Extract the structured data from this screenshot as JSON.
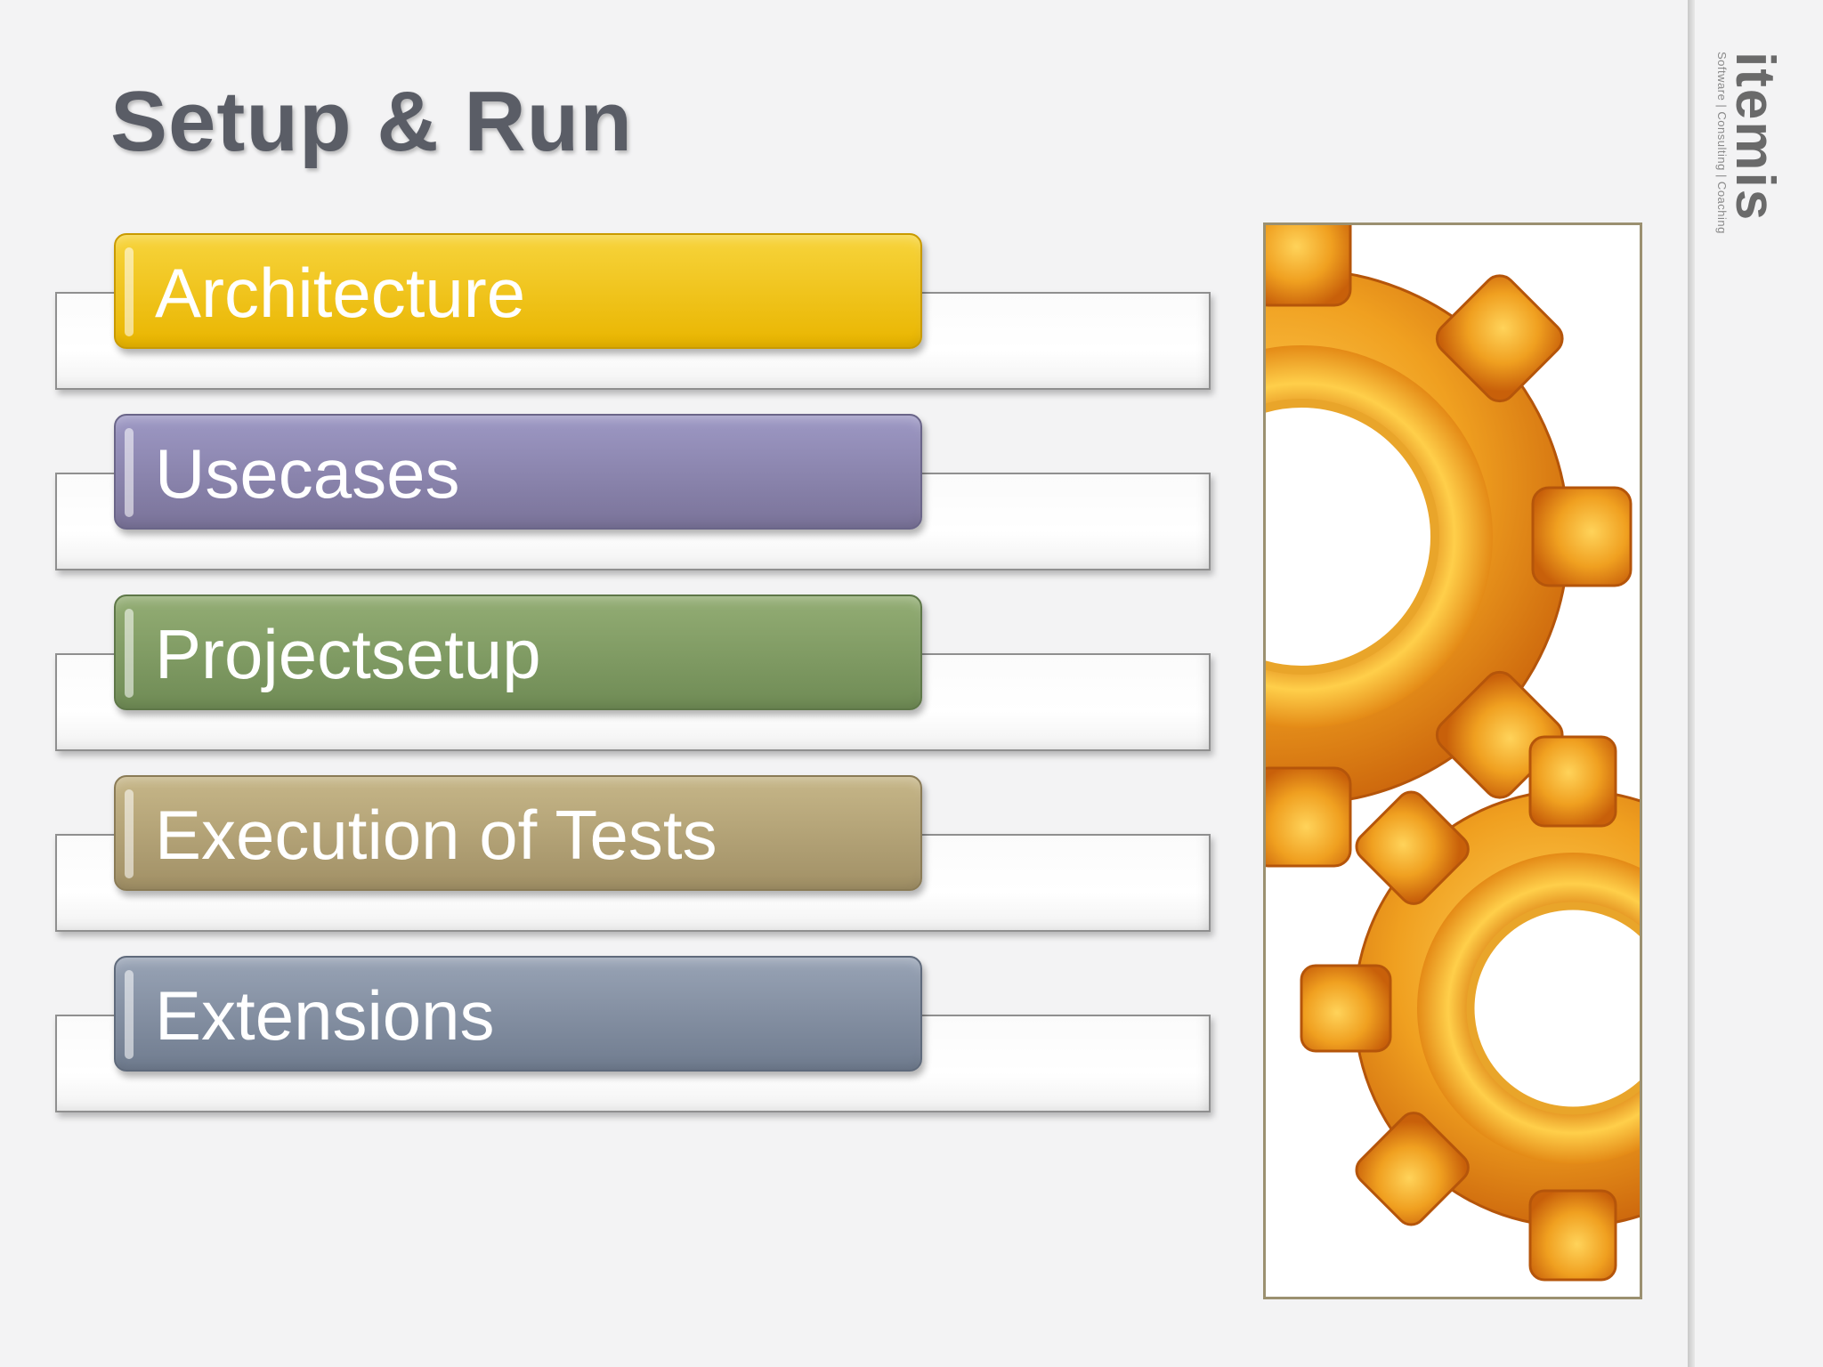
{
  "slide": {
    "title": "Setup & Run",
    "items": [
      {
        "label": "Architecture",
        "color_top": "#f7d43c",
        "color_bottom": "#e9b500",
        "border": "#c99a00"
      },
      {
        "label": "Usecases",
        "color_top": "#9d98c4",
        "color_bottom": "#7a7399",
        "border": "#6a6588"
      },
      {
        "label": "Projectsetup",
        "color_top": "#93ad74",
        "color_bottom": "#6f8b55",
        "border": "#5e7748"
      },
      {
        "label": "Execution of Tests",
        "color_top": "#c6b688",
        "color_bottom": "#a19066",
        "border": "#8a7b56"
      },
      {
        "label": "Extensions",
        "color_top": "#98a3b5",
        "color_bottom": "#707c8f",
        "border": "#5f6a7b"
      }
    ],
    "image": {
      "icon": "gears-icon"
    }
  },
  "logo": {
    "word": "itemis",
    "tagline": "Software | Consulting | Coaching"
  }
}
